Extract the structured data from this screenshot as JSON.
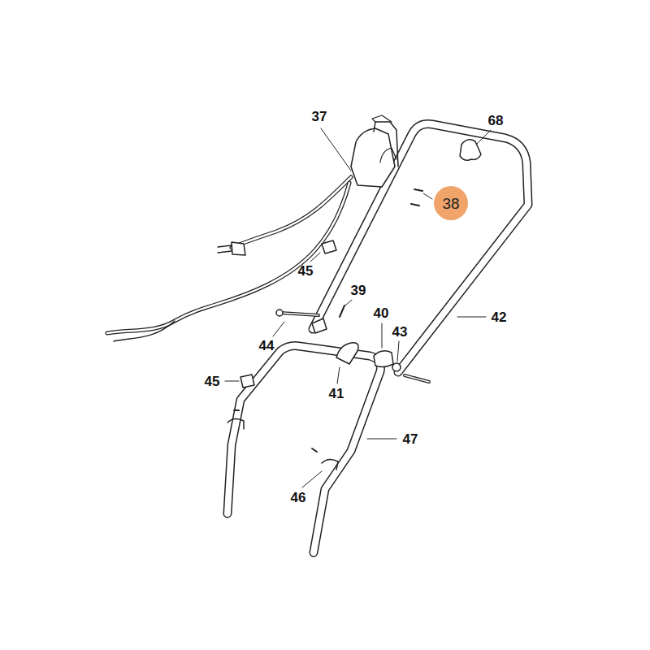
{
  "diagram": {
    "nodes": [
      {
        "text": [
          "38"
        ]
      }
    ],
    "labels": [
      "37",
      "68",
      "45",
      "39",
      "40",
      "43",
      "42",
      "44",
      "41",
      "45",
      "47",
      "46"
    ]
  }
}
